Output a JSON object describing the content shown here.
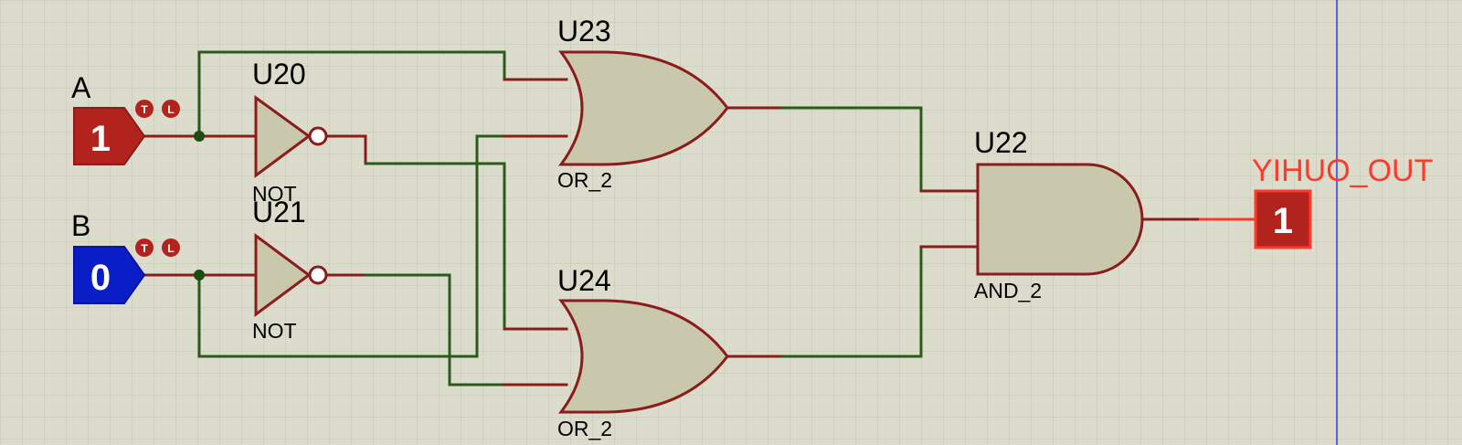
{
  "colors": {
    "background": "#dcdccc",
    "grid": "#c6c6b4",
    "wire_logic_high": "#8a1c1c",
    "wire_logic_low": "#2b5a1a",
    "gate_fill": "#c9c8ad",
    "input_high": "#b3231d",
    "input_low": "#0a1ec8",
    "output_active": "#ff3a2a",
    "cursor_line": "#3b3bd0"
  },
  "inputs": [
    {
      "name": "A",
      "value": "1",
      "indicators": [
        "T",
        "L"
      ]
    },
    {
      "name": "B",
      "value": "0",
      "indicators": [
        "T",
        "L"
      ]
    }
  ],
  "gates": {
    "u20": {
      "ref": "U20",
      "type": "NOT"
    },
    "u21": {
      "ref": "U21",
      "type": "NOT"
    },
    "u23": {
      "ref": "U23",
      "type": "OR_2"
    },
    "u24": {
      "ref": "U24",
      "type": "OR_2"
    },
    "u22": {
      "ref": "U22",
      "type": "AND_2"
    }
  },
  "output": {
    "name": "YIHUO_OUT",
    "value": "1"
  }
}
